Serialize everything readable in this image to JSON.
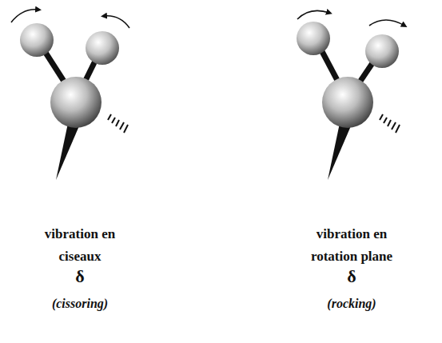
{
  "diagram": {
    "labels": [
      "vibration en ciseaux",
      "δ",
      "(cissoring)",
      "vibration en rotation plane",
      "δ",
      "(rocking)"
    ]
  }
}
